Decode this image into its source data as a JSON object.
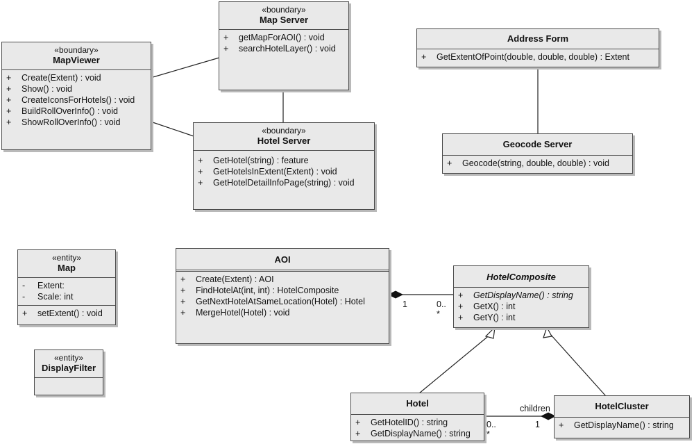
{
  "classes": {
    "map_server": {
      "stereotype": "«boundary»",
      "name": "Map Server",
      "operations": [
        {
          "vis": "+",
          "text": "getMapForAOI() : void"
        },
        {
          "vis": "+",
          "text": "searchHotelLayer() : void"
        }
      ]
    },
    "map_viewer": {
      "stereotype": "«boundary»",
      "name": "MapViewer",
      "operations": [
        {
          "vis": "+",
          "text": "Create(Extent) : void"
        },
        {
          "vis": "+",
          "text": "Show() : void"
        },
        {
          "vis": "+",
          "text": "CreateIconsForHotels() : void"
        },
        {
          "vis": "+",
          "text": "BuildRollOverInfo() : void"
        },
        {
          "vis": "+",
          "text": "ShowRollOverInfo() : void"
        }
      ]
    },
    "hotel_server": {
      "stereotype": "«boundary»",
      "name": "Hotel Server",
      "operations": [
        {
          "vis": "+",
          "text": "GetHotel(string) : feature"
        },
        {
          "vis": "+",
          "text": "GetHotelsInExtent(Extent) : void"
        },
        {
          "vis": "+",
          "text": "GetHotelDetailInfoPage(string) : void"
        }
      ]
    },
    "address_form": {
      "name": "Address Form",
      "operations": [
        {
          "vis": "+",
          "text": "GetExtentOfPoint(double, double, double) : Extent"
        }
      ]
    },
    "geocode_server": {
      "name": "Geocode Server",
      "operations": [
        {
          "vis": "+",
          "text": "Geocode(string, double, double) : void"
        }
      ]
    },
    "map": {
      "stereotype": "«entity»",
      "name": "Map",
      "attributes": [
        {
          "vis": "-",
          "text": "Extent:"
        },
        {
          "vis": "-",
          "text": "Scale:  int"
        }
      ],
      "operations": [
        {
          "vis": "+",
          "text": "setExtent() : void"
        }
      ]
    },
    "display_filter": {
      "stereotype": "«entity»",
      "name": "DisplayFilter"
    },
    "aoi": {
      "name": "AOI",
      "operations": [
        {
          "vis": "+",
          "text": "Create(Extent) : AOI"
        },
        {
          "vis": "+",
          "text": "FindHotelAt(int, int) : HotelComposite"
        },
        {
          "vis": "+",
          "text": "GetNextHotelAtSameLocation(Hotel) : Hotel"
        },
        {
          "vis": "+",
          "text": "MergeHotel(Hotel) : void"
        }
      ]
    },
    "hotel_composite": {
      "name": "HotelComposite",
      "abstract": true,
      "operations": [
        {
          "vis": "+",
          "text": "GetDisplayName() : string",
          "abstract": true
        },
        {
          "vis": "+",
          "text": "GetX() : int"
        },
        {
          "vis": "+",
          "text": "GetY() : int"
        }
      ]
    },
    "hotel": {
      "name": "Hotel",
      "operations": [
        {
          "vis": "+",
          "text": "GetHotelID() : string"
        },
        {
          "vis": "+",
          "text": "GetDisplayName() : string"
        }
      ]
    },
    "hotel_cluster": {
      "name": "HotelCluster",
      "operations": [
        {
          "vis": "+",
          "text": "GetDisplayName() : string"
        }
      ]
    }
  },
  "associations": {
    "aoi_composite": {
      "source_mult": "1",
      "target_mult_1": "0..",
      "target_mult_2": "*"
    },
    "hotel_cluster": {
      "role": "children",
      "source_mult_1": "0..",
      "source_mult_2": "*",
      "target_mult": "1"
    }
  }
}
